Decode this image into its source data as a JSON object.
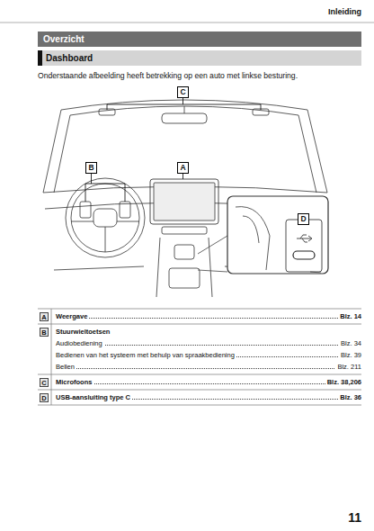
{
  "diagram": {
    "nodes": [
      {
        "text": [
          "Overzicht"
        ]
      },
      {
        "text": [
          "Dashboard"
        ]
      },
      {
        "text": [
          "C"
        ]
      },
      {
        "text": [
          "B"
        ]
      },
      {
        "text": [
          "A"
        ]
      },
      {
        "text": [
          "D"
        ]
      }
    ],
    "labels": [
      "Inleiding",
      "Onderstaande afbeelding heeft betrekking op een auto met linkse besturing.",
      "A",
      "Weergave",
      "Blz. 14",
      "B",
      "Stuurwieltoetsen",
      "Audiobediening",
      "Blz. 34",
      "Bedienen van het systeem met behulp van spraakbediening",
      "Blz. 39",
      "Bellen",
      "Blz. 211",
      "C",
      "Microfoons",
      "Blz. 38,206",
      "D",
      "USB-aansluiting type C",
      "Blz. 36",
      "11"
    ]
  }
}
